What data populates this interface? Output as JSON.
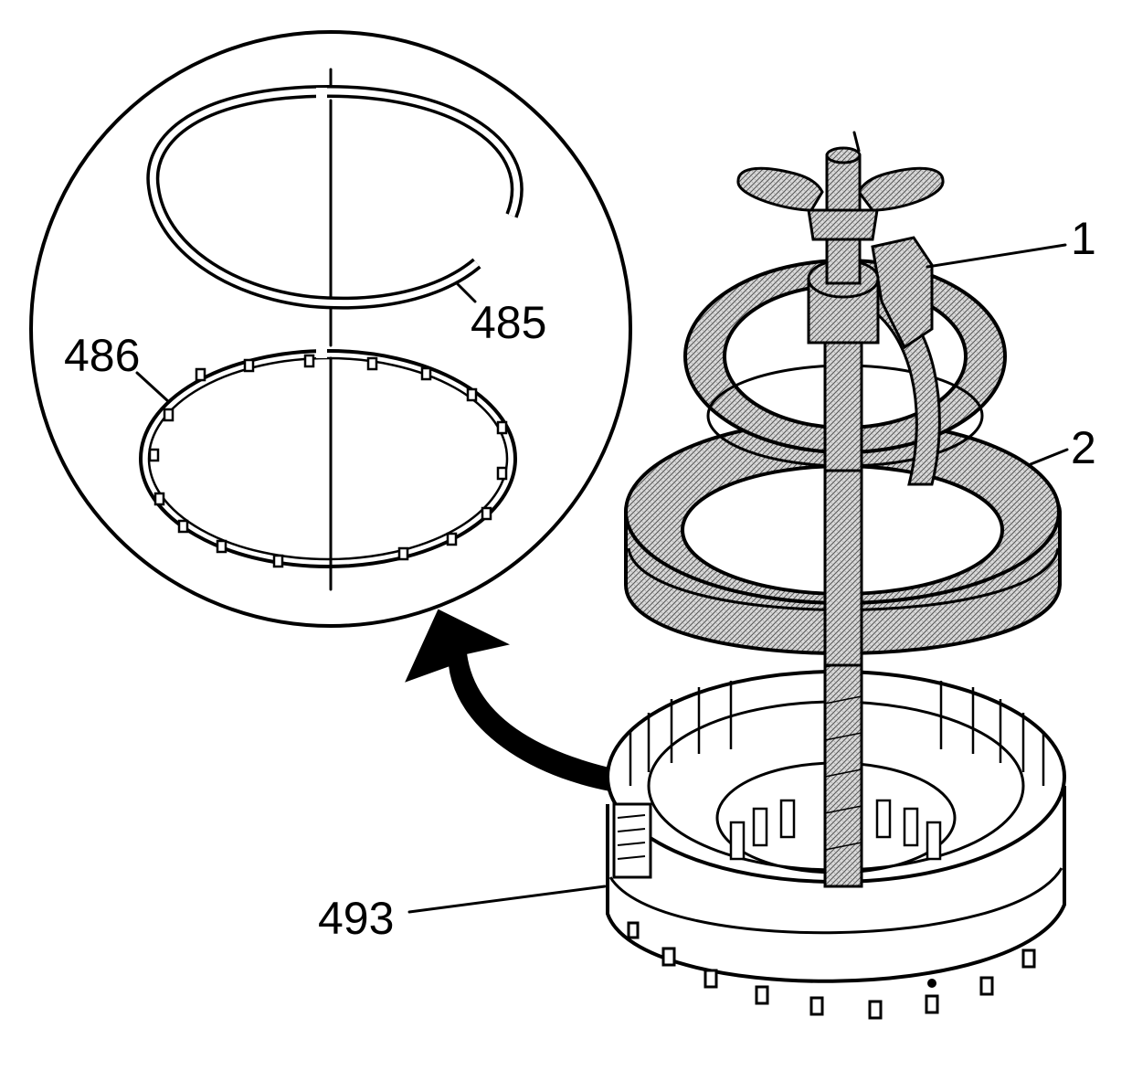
{
  "callouts": {
    "tool_1": "1",
    "tool_2": "2",
    "snap_ring": "485",
    "retainer_ring": "486",
    "housing": "493"
  },
  "colors": {
    "ink": "#000000",
    "paper": "#ffffff"
  }
}
